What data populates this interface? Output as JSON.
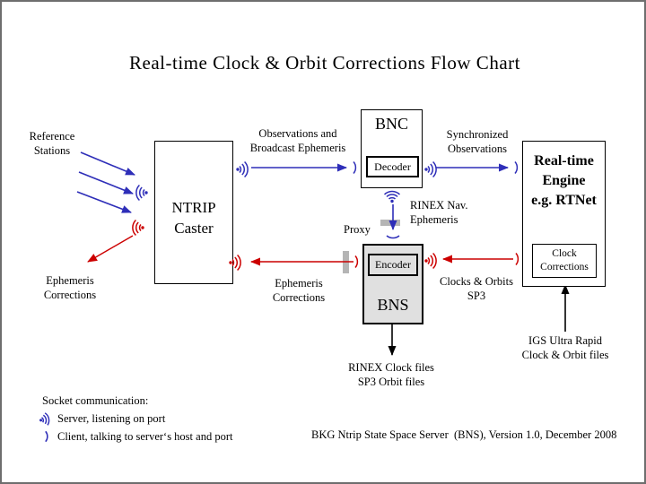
{
  "title": "Real-time Clock & Orbit Corrections Flow Chart",
  "colors": {
    "arrow_blue": "#2e2eb8",
    "arrow_red": "#cc0000",
    "arrow_black": "#000000",
    "proxy_bar_gray": "#b5b5b5",
    "bns_fill": "#e0e0e0"
  },
  "nodes": {
    "caster": "NTRIP\nCaster",
    "bnc": "BNC",
    "decoder": "Decoder",
    "bns": "BNS",
    "encoder": "Encoder",
    "rt_engine": "Real-time\nEngine\ne.g. RTNet",
    "clock_corrections": "Clock\nCorrections"
  },
  "labels": {
    "reference_stations": "Reference\nStations",
    "observations": "Observations and\nBroadcast Ephemeris",
    "synchronized": "Synchronized\nObservations",
    "rinex_nav": "RINEX Nav.\nEphemeris",
    "proxy": "Proxy",
    "ephemeris_corrections_left": "Ephemeris\nCorrections",
    "ephemeris_corrections_mid": "Ephemeris\nCorrections",
    "clocks_orbits": "Clocks & Orbits\nSP3",
    "rinex_files": "RINEX Clock files\nSP3 Orbit files",
    "igs": "IGS Ultra Rapid\nClock & Orbit files"
  },
  "legend": {
    "heading": "Socket communication:",
    "server": "Server, listening on port",
    "client": "Client, talking to server‘s host and port",
    "server_icon": "server-socket-icon",
    "client_icon": "client-socket-icon"
  },
  "footer": "BKG Ntrip State Space Server  (BNS), Version 1.0, December 2008"
}
